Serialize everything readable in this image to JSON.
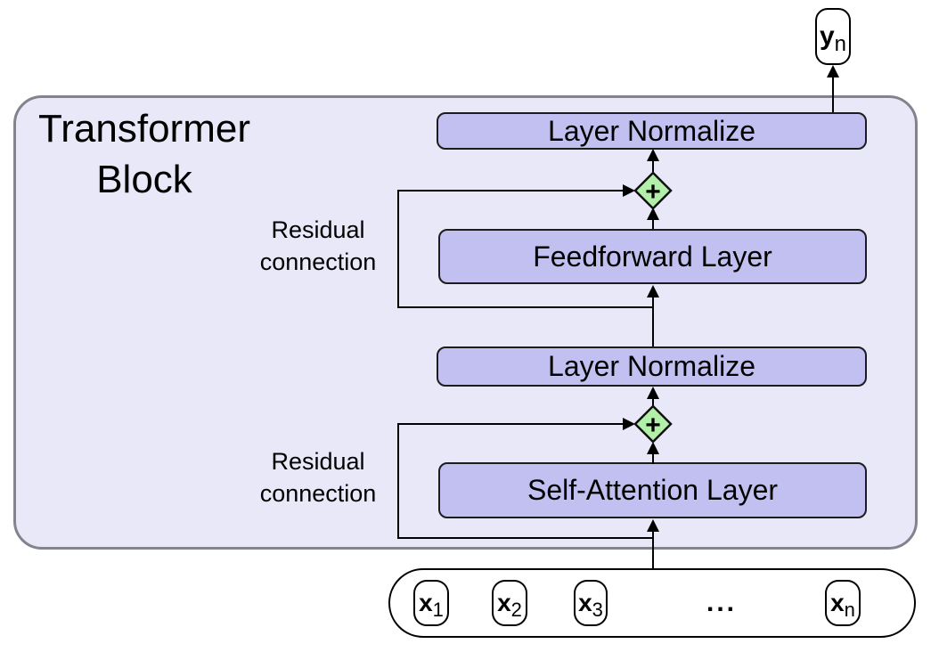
{
  "diagram": {
    "title": {
      "line1": "Transformer",
      "line2": "Block"
    },
    "output_token": {
      "base": "y",
      "sub": "n"
    },
    "layers": {
      "layer_normalize_top": "Layer Normalize",
      "feedforward": "Feedforward Layer",
      "layer_normalize_bottom": "Layer Normalize",
      "self_attention": "Self-Attention Layer"
    },
    "residual_top": {
      "line1": "Residual",
      "line2": "connection"
    },
    "residual_bottom": {
      "line1": "Residual",
      "line2": "connection"
    },
    "adder_symbol": "+",
    "input_tokens": [
      {
        "base": "x",
        "sub": "1"
      },
      {
        "base": "x",
        "sub": "2"
      },
      {
        "base": "x",
        "sub": "3"
      },
      {
        "base": "x",
        "sub": "n"
      }
    ],
    "ellipsis": "...",
    "colors": {
      "container_fill": "#e9e8f9",
      "container_border": "#83838d",
      "layer_box_fill": "#c2c0f1",
      "layer_box_border": "#1c1c1c",
      "adder_fill": "#b2f0a9",
      "adder_border": "#111111",
      "node_fill": "#ffffff",
      "node_border": "#000000",
      "line": "#000000"
    }
  }
}
